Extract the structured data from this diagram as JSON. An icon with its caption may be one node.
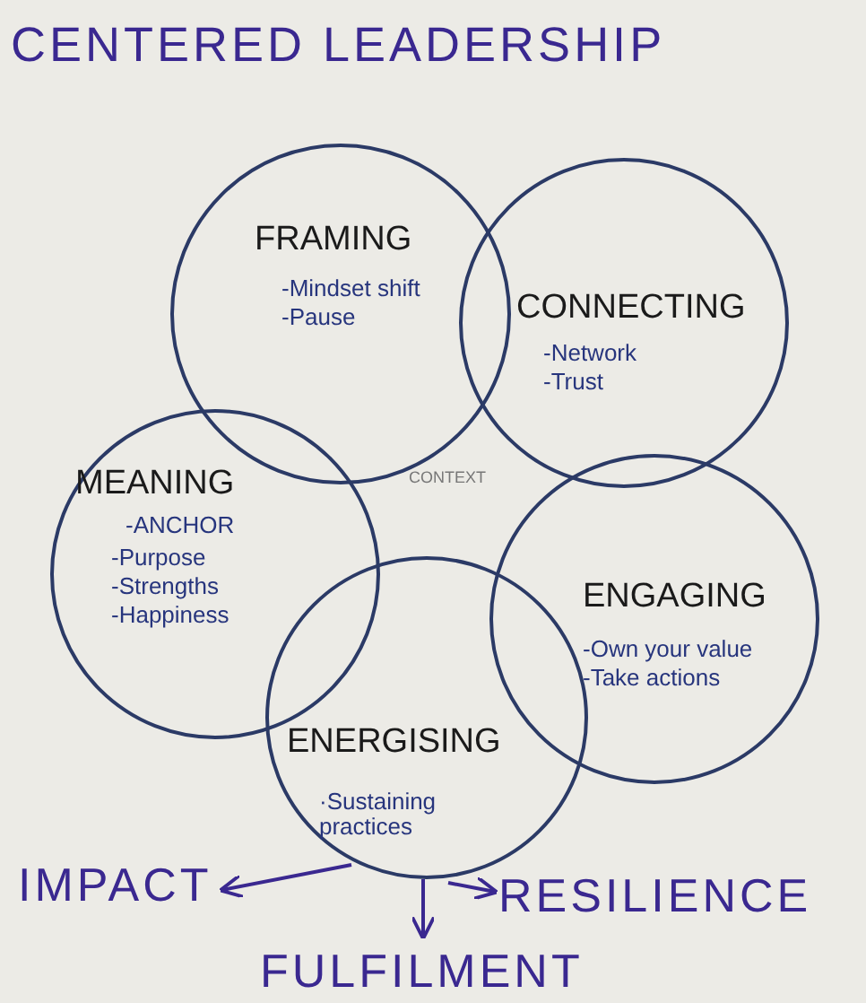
{
  "diagram": {
    "title": "CENTERED LEADERSHIP",
    "nodes": [
      {
        "text": [
          "FRAMING",
          "-Mindset shift",
          "-Pause"
        ]
      },
      {
        "text": [
          "CONNECTING",
          "-Network",
          "-Trust"
        ]
      },
      {
        "text": [
          "MEANING",
          "-ANCHOR",
          "-Purpose",
          "-Strengths",
          "-Happiness"
        ]
      },
      {
        "text": [
          "ENGAGING",
          "-Own your value",
          "-Take actions"
        ]
      },
      {
        "text": [
          "ENERGISING",
          "·Sustaining practices"
        ]
      },
      {
        "text": [
          "IMPACT"
        ]
      },
      {
        "text": [
          "RESILIENCE"
        ]
      },
      {
        "text": [
          "FULFILMENT"
        ]
      }
    ],
    "edges": [
      {
        "from": 4,
        "to": 5,
        "arrow": "to"
      },
      {
        "from": 4,
        "to": 7,
        "arrow": "to"
      },
      {
        "from": 4,
        "to": 6,
        "arrow": "to"
      }
    ],
    "labels": [
      "CONTEXT"
    ]
  }
}
